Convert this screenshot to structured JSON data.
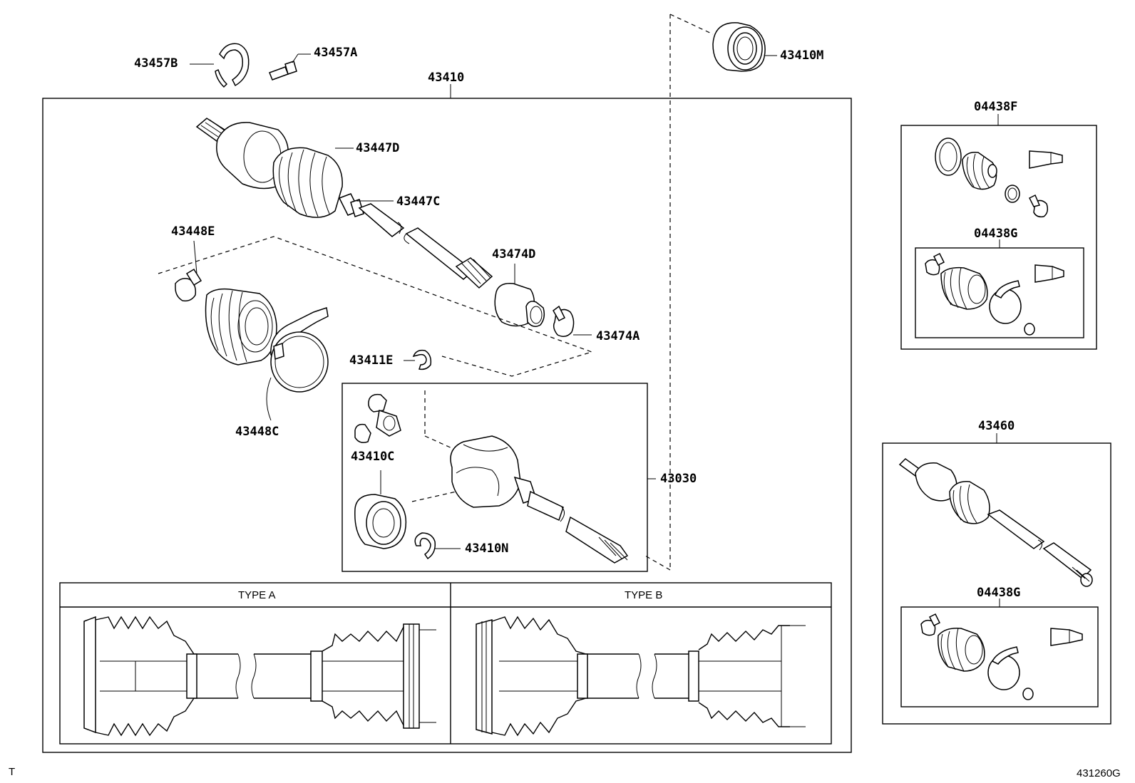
{
  "labels": {
    "p43457B": "43457B",
    "p43457A": "43457A",
    "p43410": "43410",
    "p43410M": "43410M",
    "p43447D": "43447D",
    "p43447C": "43447C",
    "p43448E": "43448E",
    "p43474D": "43474D",
    "p43474A": "43474A",
    "p43411E": "43411E",
    "p43448C": "43448C",
    "p43410C": "43410C",
    "p43030": "43030",
    "p43410N": "43410N",
    "p04438F": "04438F",
    "p04438G_top": "04438G",
    "p43460": "43460",
    "p04438G_bottom": "04438G"
  },
  "types": {
    "type_a": "TYPE A",
    "type_b": "TYPE B"
  },
  "footer": {
    "left_mark": "T",
    "diagram_code": "431260G"
  }
}
